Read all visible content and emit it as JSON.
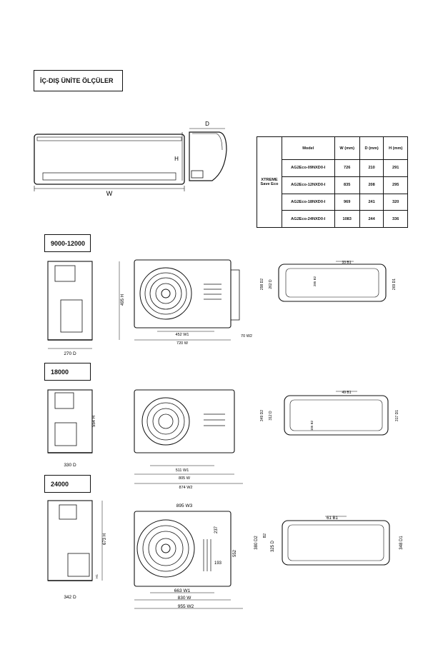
{
  "page_title": "İÇ-DIŞ ÜNİTE ÖLÇÜLER",
  "indoor": {
    "dim_w": "W",
    "dim_h": "H",
    "dim_d": "D"
  },
  "spec_table": {
    "row_group": "XTREME Save Eco",
    "headers": [
      "Model",
      "W (mm)",
      "D (mm)",
      "H (mm)"
    ],
    "rows": [
      [
        "AG2Eco-09NXD0-I",
        "726",
        "210",
        "291"
      ],
      [
        "AG2Eco-12NXD0-I",
        "835",
        "208",
        "295"
      ],
      [
        "AG2Eco-18NXD0-I",
        "969",
        "241",
        "320"
      ],
      [
        "AG2Eco-24NXD0-I",
        "1083",
        "244",
        "336"
      ]
    ]
  },
  "outdoor_sections": [
    {
      "title": "9000-12000",
      "labels": {
        "side_d": "270 D",
        "height": "495 H",
        "w1": "452 W1",
        "w": "720 W",
        "w2": "70 W2",
        "b1": "33 B1",
        "d1": "269 D1",
        "d2": "298 D2",
        "d3": "262 D",
        "b2": "285 B2"
      }
    },
    {
      "title": "18000",
      "labels": {
        "side_d": "330 D",
        "height": "554 H",
        "w1": "511 W1",
        "w": "805 W",
        "w2": "874 W2",
        "b1": "49 B1",
        "d1": "317 D1",
        "d2": "349 D2",
        "d3": "312 D",
        "b2": "105 B2"
      }
    },
    {
      "title": "24000",
      "labels": {
        "side_d": "342 D",
        "height": "673 H",
        "h1": "H1",
        "w1": "663 W1",
        "w": "830 W",
        "w2": "955 W2",
        "w3": "895 W3",
        "b1": "61 B1",
        "d1": "348 D1",
        "d2": "380 D2",
        "d3": "325 D",
        "d4": "B2",
        "h2": "552",
        "h3": "193",
        "h4": "237"
      }
    }
  ]
}
